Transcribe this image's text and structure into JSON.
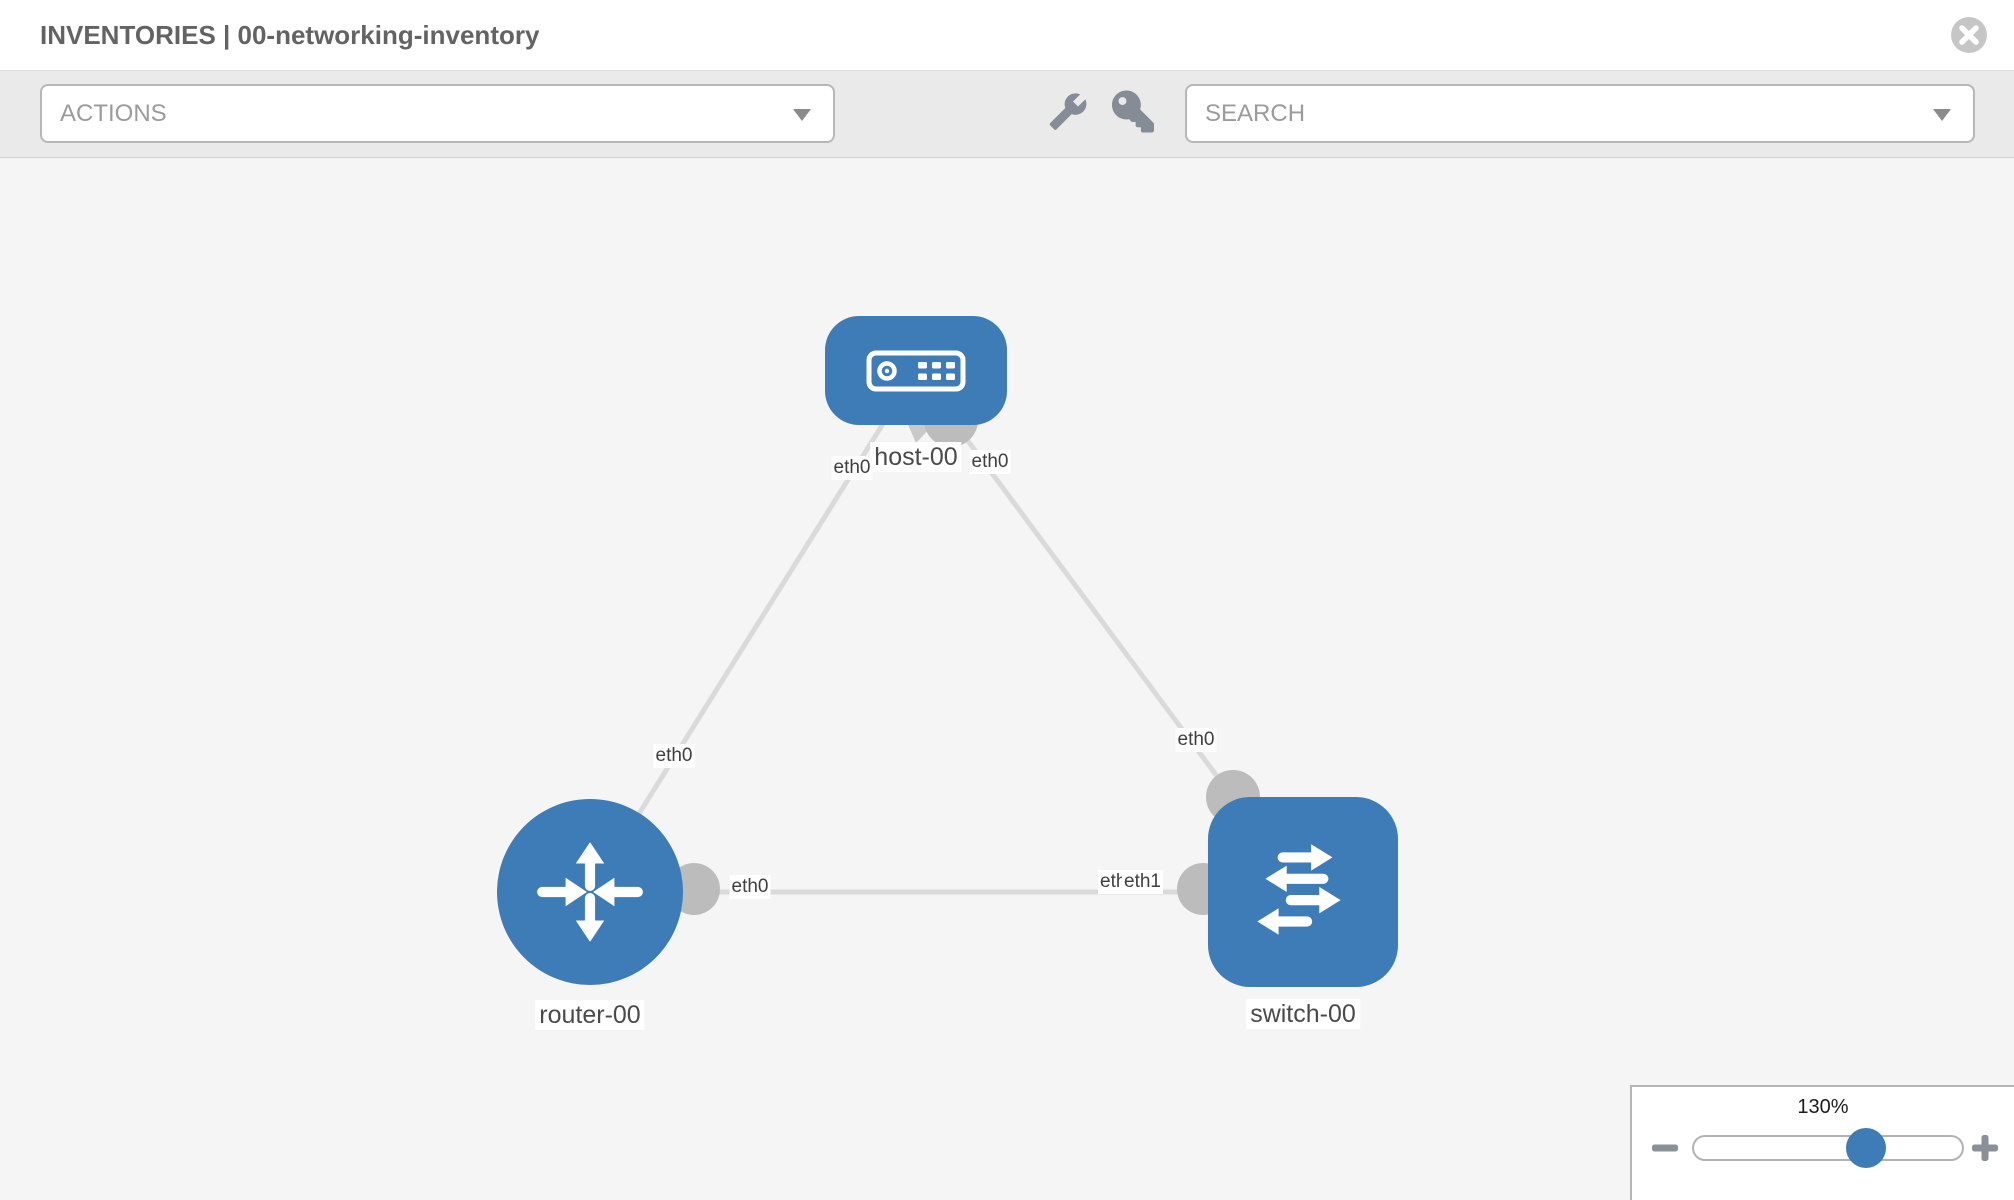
{
  "header": {
    "title": "INVENTORIES | 00-networking-inventory"
  },
  "toolbar": {
    "actions_label": "ACTIONS",
    "search_label": "SEARCH"
  },
  "topology": {
    "node_labels": {
      "host": "host-00",
      "router": "router-00",
      "switch": "switch-00"
    },
    "port_labels": {
      "host_left": "eth0",
      "host_right": "eth0",
      "host_router_link": "eth0",
      "host_switch_link": "eth0",
      "router_switch_link_router_end": "eth0",
      "router_switch_link_switch_end_back": "eth0",
      "router_switch_link_switch_end_front": "eth1"
    },
    "links": [
      {
        "from": "host-00",
        "to": "router-00"
      },
      {
        "from": "host-00",
        "to": "switch-00"
      },
      {
        "from": "router-00",
        "to": "switch-00"
      }
    ]
  },
  "zoom_control": {
    "level": "130%"
  },
  "icons": {
    "close": "x-circle",
    "actions_caret": "chevron-down",
    "search_caret": "chevron-down",
    "tools": [
      "wrench",
      "key"
    ],
    "host_node": "server",
    "router_node": "router-arrows",
    "switch_node": "switch-arrows",
    "zoom_minus": "minus",
    "zoom_plus": "plus"
  },
  "colors": {
    "node_blue": "#3d7cb7",
    "link_gray": "#dadada",
    "interface_dot_gray": "#bcbcbc",
    "canvas_bg": "#f5f5f5",
    "toolbar_bg": "#eaeaea"
  }
}
